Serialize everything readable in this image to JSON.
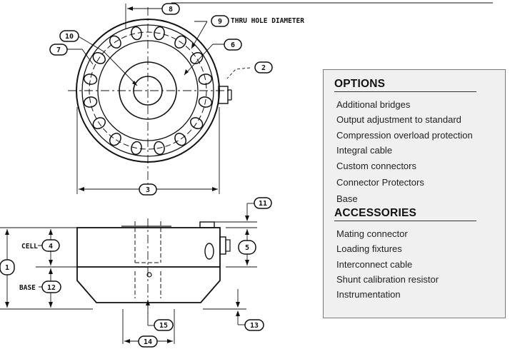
{
  "drawing": {
    "callouts": {
      "c2": "2",
      "c3": "3",
      "c4": "4",
      "c5": "5",
      "c6": "6",
      "c7": "7",
      "c8": "8",
      "c9": "9",
      "c10": "10",
      "c11": "11",
      "c12": "12",
      "c13": "13",
      "c14": "14",
      "c15": "15",
      "c1": "1"
    },
    "thru_hole_label": "THRU HOLE DIAMETER",
    "cell_label": "CELL",
    "base_label": "BASE"
  },
  "options": {
    "heading": "OPTIONS",
    "items": [
      "Additional bridges",
      "Output adjustment to standard",
      "Compression overload protection",
      "Integral cable",
      "Custom connectors",
      "Connector Protectors",
      "Base"
    ]
  },
  "accessories": {
    "heading": "ACCESSORIES",
    "items": [
      "Mating connector",
      "Loading fixtures",
      "Interconnect cable",
      "Shunt calibration resistor",
      "Instrumentation"
    ]
  }
}
